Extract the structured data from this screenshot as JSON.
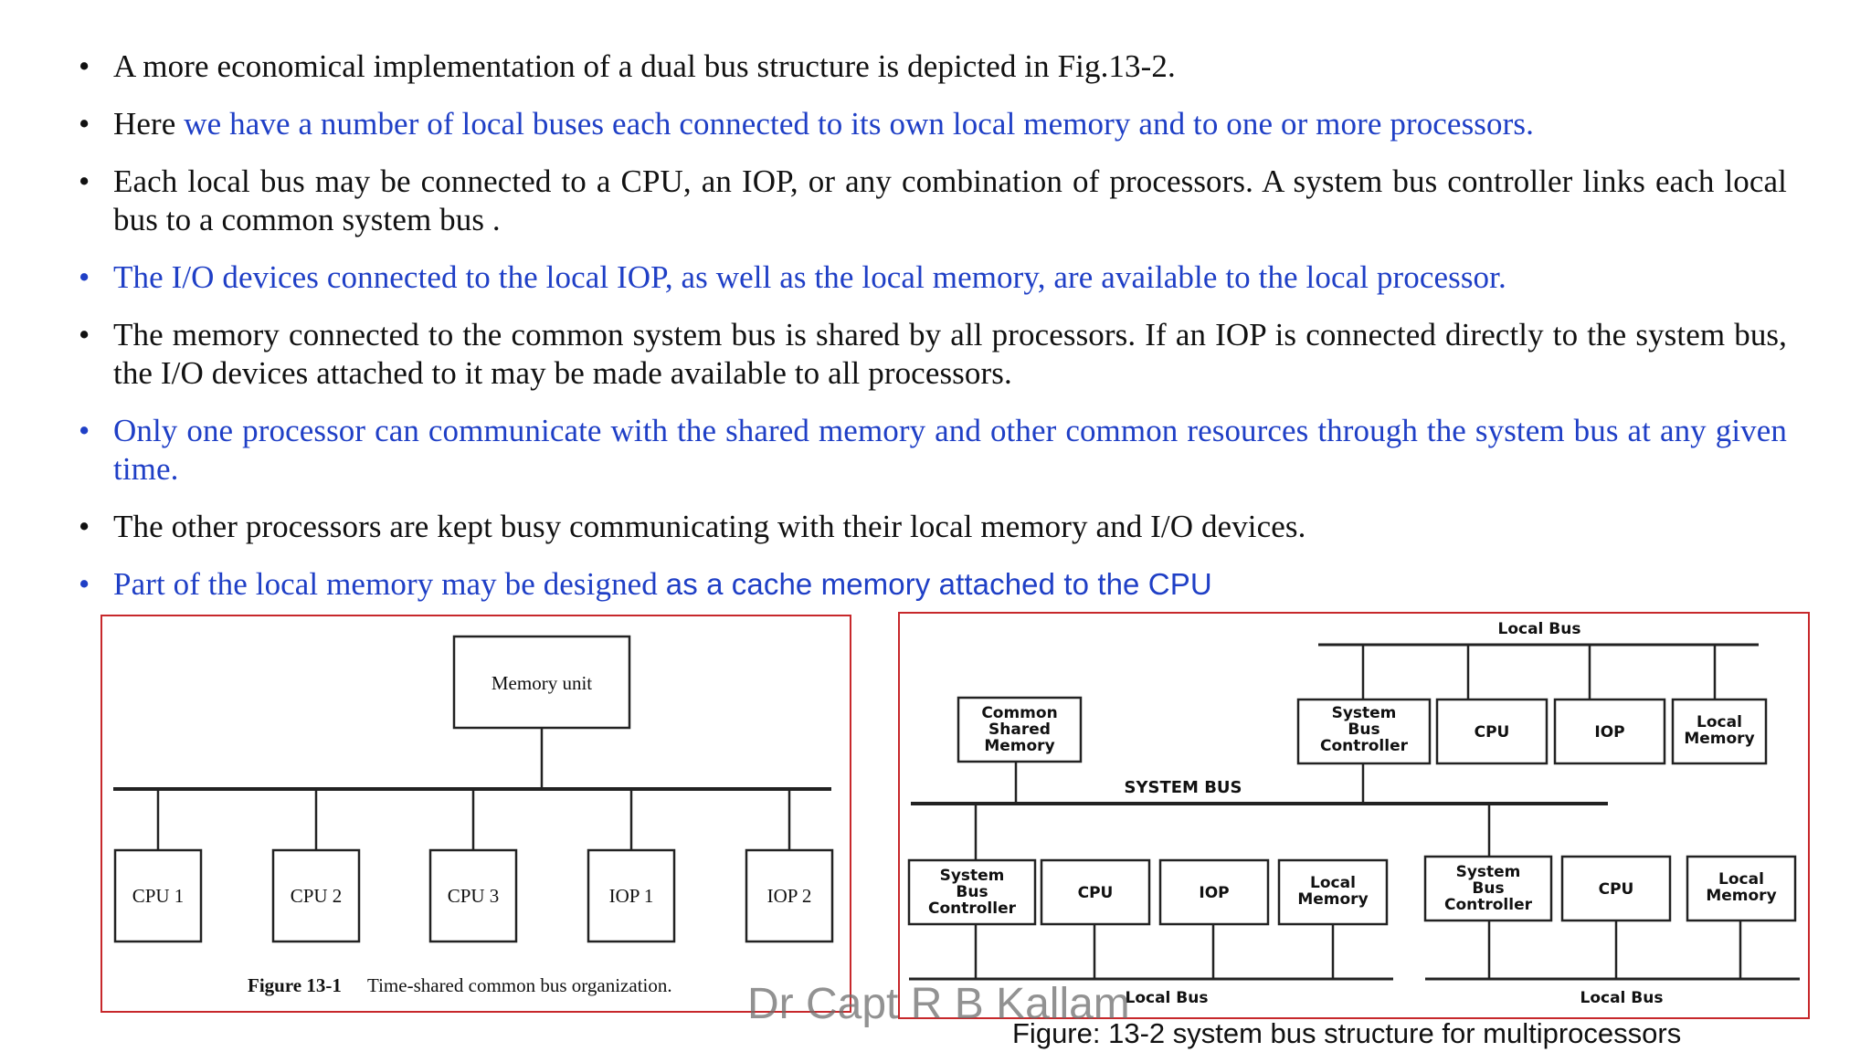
{
  "bullets": [
    {
      "text": "A more economical implementation of a dual bus structure is depicted in Fig.13-2."
    },
    {
      "pre": "Here ",
      "highlight": "we have a number of local buses each connected to its own local memory and to one or more processors."
    },
    {
      "text": "Each local bus may be connected to a CPU, an IOP, or any combination of processors. A system bus controller links each local bus to a common system bus ."
    },
    {
      "text": "The I/O devices connected to the local IOP, as well as the local memory, are available to the local processor."
    },
    {
      "text": "The memory connected to the common system bus is shared by all processors. If an IOP is connected directly to the system bus, the I/O devices attached to it may be made available to all processors."
    },
    {
      "text": "Only one processor can communicate with the shared memory and other common resources through the system bus at any given time."
    },
    {
      "text": "The other processors are kept busy communicating with their local memory and I/O devices."
    },
    {
      "pre": "Part of the local memory may be designed ",
      "highlight": "as a cache memory attached to the CPU"
    }
  ],
  "figure1": {
    "memory_label": "Memory unit",
    "units": [
      "CPU 1",
      "CPU 2",
      "CPU 3",
      "IOP 1",
      "IOP 2"
    ],
    "caption_number": "Figure 13-1",
    "caption_text": "Time-shared common bus organization."
  },
  "figure2": {
    "local_bus_top": "Local Bus",
    "system_bus": "SYSTEM BUS",
    "common_shared_memory": [
      "Common",
      "Shared",
      "Memory"
    ],
    "top_group": {
      "sbc": [
        "System",
        "Bus",
        "Controller"
      ],
      "cpu": "CPU",
      "iop": "IOP",
      "local_memory": [
        "Local",
        "Memory"
      ]
    },
    "bottom_left": {
      "sbc": [
        "System",
        "Bus",
        "Controller"
      ],
      "cpu": "CPU",
      "iop": "IOP",
      "local_memory": [
        "Local",
        "Memory"
      ],
      "local_bus": "Local Bus"
    },
    "bottom_right": {
      "sbc": [
        "System",
        "Bus",
        "Controller"
      ],
      "cpu": "CPU",
      "local_memory": [
        "Local",
        "Memory"
      ],
      "local_bus": "Local Bus"
    },
    "caption": "Figure: 13-2 system bus structure for multiprocessors"
  },
  "watermark": "Dr Capt R B Kallam",
  "colors": {
    "blue_text": "#1f3fc6",
    "frame_border": "#c7282b",
    "watermark": "#6e6e6e"
  }
}
